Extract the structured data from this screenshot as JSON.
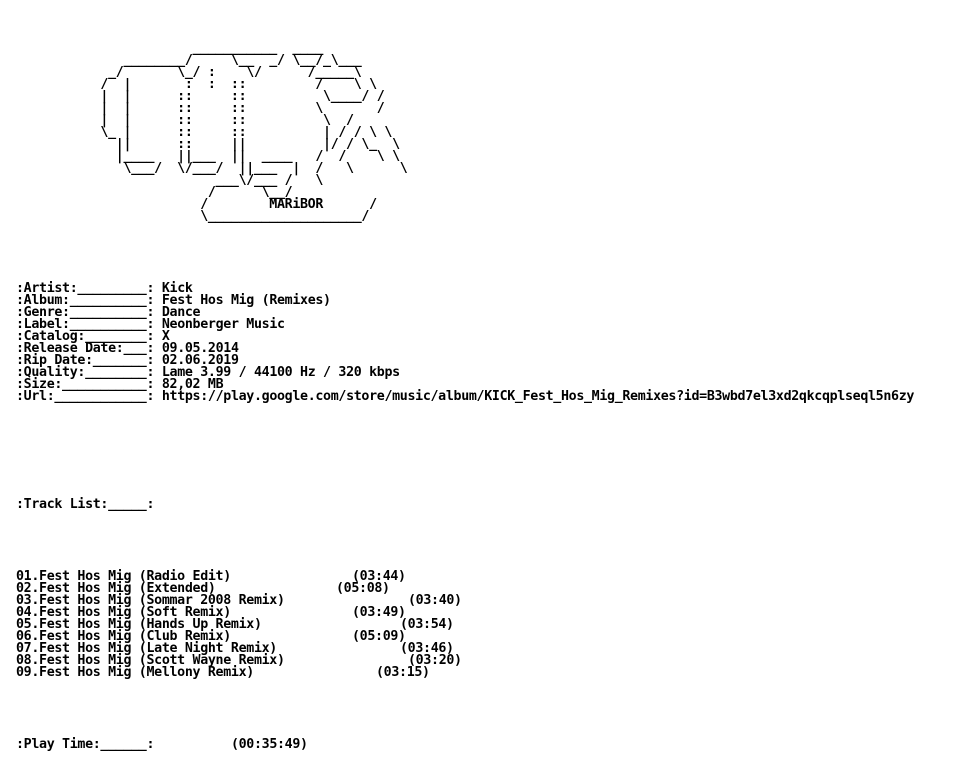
{
  "art": {
    "lines": [
      "                       ___________  ____",
      "              ________/     \\__  _/ \\__/_\\___",
      "            _/       \\_/ :    \\/      /_____\\",
      "           /  |       :  :  ::         /    \\ \\",
      "           |  |      ::     ::          \\____/ /",
      "           |  |      ::     ::         \\       /",
      "           |  |      ::     ::          \\  /  ",
      "           \\_ |      ::     ::          | / / \\ \\",
      "             ||      ::     ||          |/ / \\_  \\",
      "             |____   ||___  ||  ____   /  /    \\ \\",
      "              \\___/  \\/___/  ||___  |  /   \\      \\",
      "                          ___\\/___ /   \\",
      "                         /      \\__/",
      "                        /        MARiBOR      /",
      "                        \\____________________/"
    ]
  },
  "info": [
    {
      "key": ":Artist:_________:",
      "value": "Kick"
    },
    {
      "key": ":Album:__________:",
      "value": "Fest Hos Mig (Remixes)"
    },
    {
      "key": ":Genre:__________:",
      "value": "Dance"
    },
    {
      "key": ":Label:__________:",
      "value": "Neonberger Music"
    },
    {
      "key": ":Catalog:________:",
      "value": "X"
    },
    {
      "key": ":Release Date:___:",
      "value": "09.05.2014"
    },
    {
      "key": ":Rip Date:_______:",
      "value": "02.06.2019"
    },
    {
      "key": ":Quality:________:",
      "value": "Lame 3.99 / 44100 Hz / 320 kbps"
    },
    {
      "key": ":Size:___________:",
      "value": "82,02 MB"
    },
    {
      "key": ":Url:____________:",
      "value": "https://play.google.com/store/music/album/KICK_Fest_Hos_Mig_Remixes?id=B3wbd7el3xd2qkcqplseql5n6zy"
    }
  ],
  "tracklist_header": ":Track List:_____:",
  "tracks": [
    {
      "title": "01.Fest Hos Mig (Radio Edit)",
      "pad": "               ",
      "time": "(03:44)"
    },
    {
      "title": "02.Fest Hos Mig (Extended)",
      "pad": "               ",
      "time": "(05:08)"
    },
    {
      "title": "03.Fest Hos Mig (Sommar 2008 Remix)",
      "pad": "               ",
      "time": "(03:40)"
    },
    {
      "title": "04.Fest Hos Mig (Soft Remix)",
      "pad": "               ",
      "time": "(03:49)"
    },
    {
      "title": "05.Fest Hos Mig (Hands Up Remix)",
      "pad": "               ",
      "time": "(03:54)"
    },
    {
      "title": "06.Fest Hos Mig (Club Remix)",
      "pad": "               ",
      "time": "(05:09)"
    },
    {
      "title": "07.Fest Hos Mig (Late Night Remix)",
      "pad": "               ",
      "time": "(03:46)"
    },
    {
      "title": "08.Fest Hos Mig (Scott Wayne Remix)",
      "pad": "               ",
      "time": "(03:20)"
    },
    {
      "title": "09.Fest Hos Mig (Mellony Remix)",
      "pad": "               ",
      "time": "(03:15)"
    }
  ],
  "playtime": {
    "key": ":Play Time:______:",
    "pad": "          ",
    "value": "(00:35:49)"
  }
}
